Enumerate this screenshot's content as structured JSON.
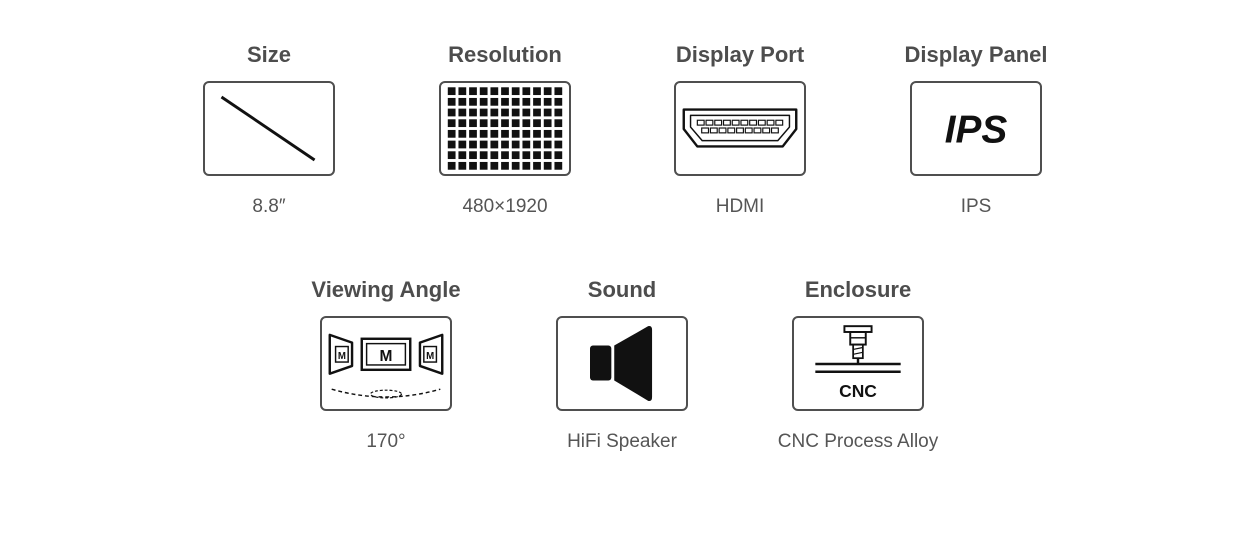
{
  "colors": {
    "icon_stroke": "#4f4f4f",
    "icon_fill": "#111111",
    "text": "#4d4d4d"
  },
  "specs": [
    {
      "title": "Size",
      "value": "8.8″",
      "icon": "diagonal-icon"
    },
    {
      "title": "Resolution",
      "value": "480×1920",
      "icon": "pixel-grid-icon"
    },
    {
      "title": "Display Port",
      "value": "HDMI",
      "icon": "hdmi-port-icon"
    },
    {
      "title": "Display Panel",
      "value": "IPS",
      "icon": "ips-icon",
      "icon_text": "IPS"
    },
    {
      "title": "Viewing Angle",
      "value": "170°",
      "icon": "viewing-angle-icon",
      "icon_text": "M"
    },
    {
      "title": "Sound",
      "value": "HiFi Speaker",
      "icon": "speaker-icon"
    },
    {
      "title": "Enclosure",
      "value": "CNC Process Alloy",
      "icon": "cnc-icon",
      "icon_text": "CNC"
    }
  ]
}
